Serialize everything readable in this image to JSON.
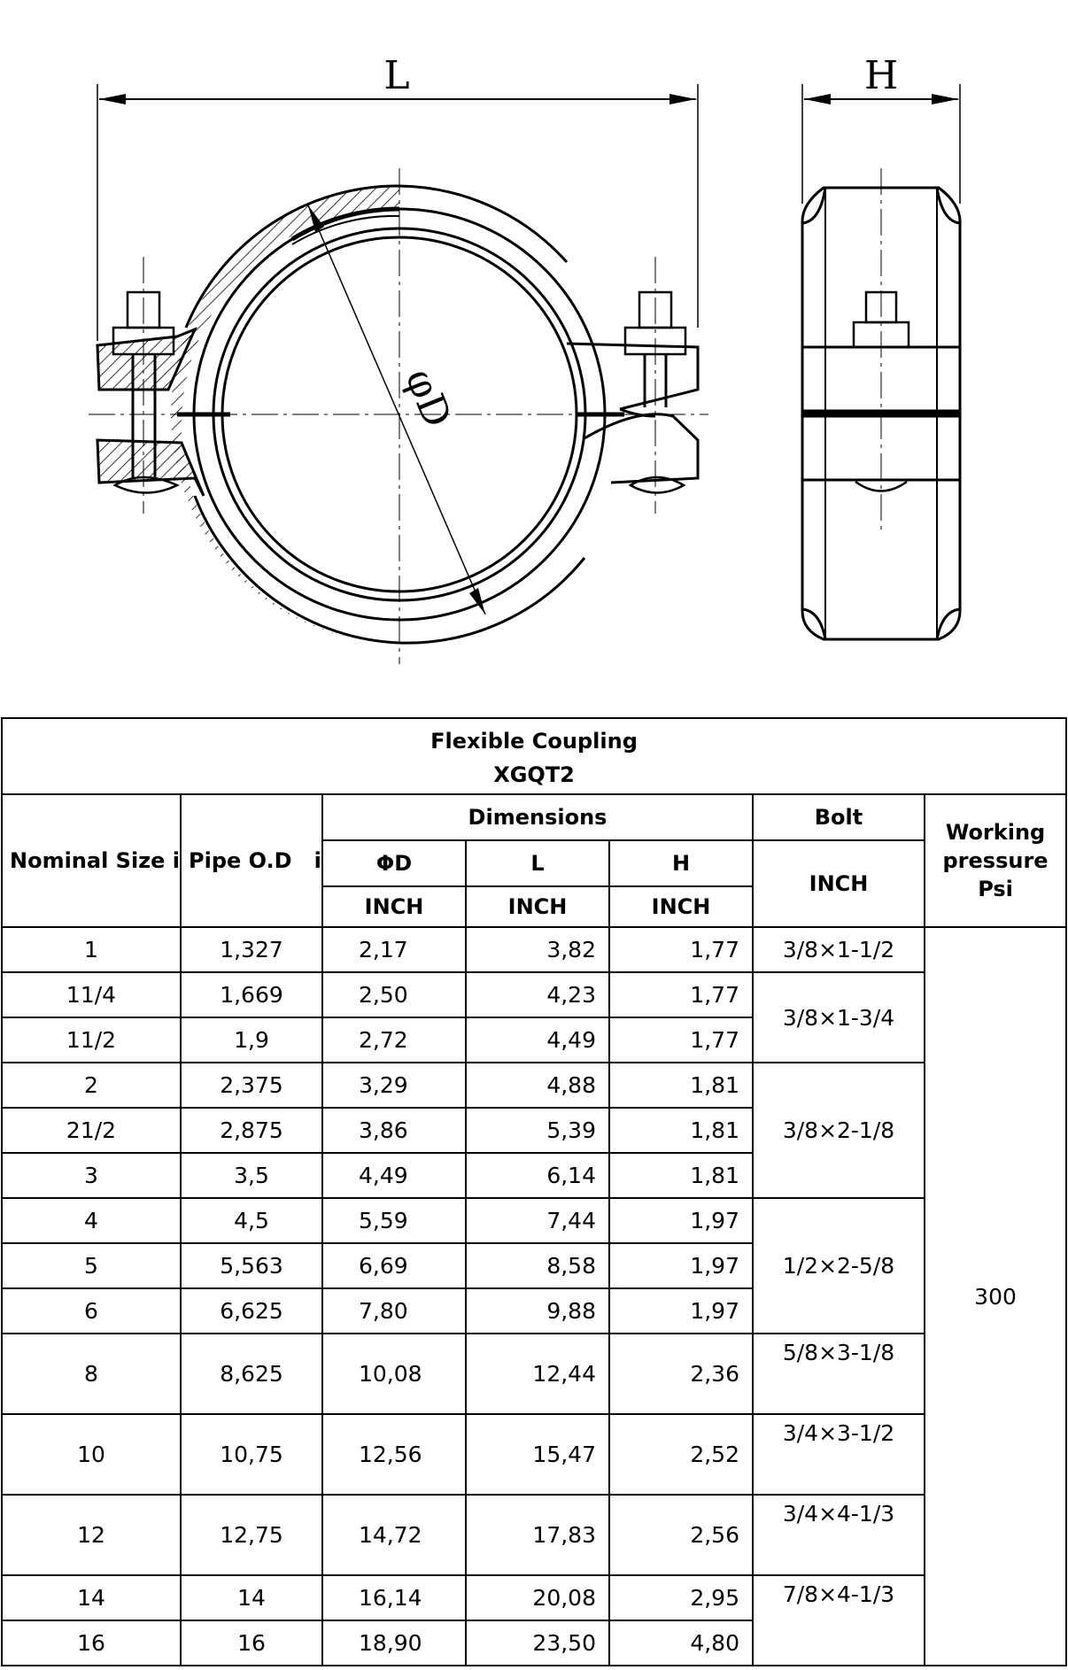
{
  "drawing": {
    "label_length": "L",
    "label_height": "H",
    "label_diameter": "φD"
  },
  "table": {
    "title": "Flexible Coupling",
    "model": "XGQT2",
    "headers": {
      "nominal_size": "Nominal Size in",
      "pipe_od": "Pipe O.D   in",
      "dimensions": "Dimensions",
      "bolt": "Bolt",
      "working_pressure": "Working pressure Psi",
      "od_col": "ΦD",
      "l_col": "L",
      "h_col": "H",
      "unit": "INCH",
      "bolt_unit": "INCH"
    },
    "rows": [
      {
        "nominal": "1",
        "pipe_od": "1,327",
        "od": "2,17",
        "l": "3,82",
        "h": "1,77"
      },
      {
        "nominal": "11/4",
        "pipe_od": "1,669",
        "od": "2,50",
        "l": "4,23",
        "h": "1,77"
      },
      {
        "nominal": "11/2",
        "pipe_od": "1,9",
        "od": "2,72",
        "l": "4,49",
        "h": "1,77"
      },
      {
        "nominal": "2",
        "pipe_od": "2,375",
        "od": "3,29",
        "l": "4,88",
        "h": "1,81"
      },
      {
        "nominal": "21/2",
        "pipe_od": "2,875",
        "od": "3,86",
        "l": "5,39",
        "h": "1,81"
      },
      {
        "nominal": "3",
        "pipe_od": "3,5",
        "od": "4,49",
        "l": "6,14",
        "h": "1,81"
      },
      {
        "nominal": "4",
        "pipe_od": "4,5",
        "od": "5,59",
        "l": "7,44",
        "h": "1,97"
      },
      {
        "nominal": "5",
        "pipe_od": "5,563",
        "od": "6,69",
        "l": "8,58",
        "h": "1,97"
      },
      {
        "nominal": "6",
        "pipe_od": "6,625",
        "od": "7,80",
        "l": "9,88",
        "h": "1,97"
      },
      {
        "nominal": "8",
        "pipe_od": "8,625",
        "od": "10,08",
        "l": "12,44",
        "h": "2,36"
      },
      {
        "nominal": "10",
        "pipe_od": "10,75",
        "od": "12,56",
        "l": "15,47",
        "h": "2,52"
      },
      {
        "nominal": "12",
        "pipe_od": "12,75",
        "od": "14,72",
        "l": "17,83",
        "h": "2,56"
      },
      {
        "nominal": "14",
        "pipe_od": "14",
        "od": "16,14",
        "l": "20,08",
        "h": "2,95"
      },
      {
        "nominal": "16",
        "pipe_od": "16",
        "od": "18,90",
        "l": "23,50",
        "h": "4,80"
      }
    ],
    "bolts": [
      "3/8×1-1/2",
      "3/8×1-3/4",
      "3/8×2-1/8",
      "1/2×2-5/8",
      "5/8×3-1/8",
      "3/4×3-1/2",
      "3/4×4-1/3",
      "7/8×4-1/3"
    ],
    "working_pressure_value": "300"
  }
}
